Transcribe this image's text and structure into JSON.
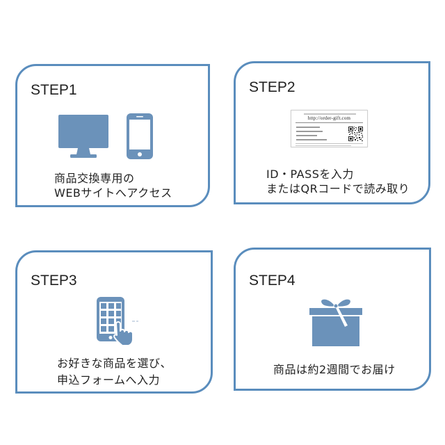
{
  "colors": {
    "background": "#ffffff",
    "border": "#5a8dbd",
    "icon": "#6b92ba",
    "text": "#222222"
  },
  "steps": [
    {
      "label": "STEP1",
      "lines": [
        "商品交換専用の",
        "WEBサイトへアクセス"
      ],
      "icons": [
        "monitor-icon",
        "smartphone-icon"
      ]
    },
    {
      "label": "STEP2",
      "lines": [
        "ID・PASSを入力",
        "またはQRコードで読み取り"
      ],
      "icons": [
        "gift-card-image",
        "qr-code-icon"
      ],
      "gift_card": {
        "url": "http://order-gift.com"
      }
    },
    {
      "label": "STEP3",
      "lines": [
        "お好きな商品を選び、",
        "申込フォームへ入力"
      ],
      "icons": [
        "tablet-tap-icon"
      ]
    },
    {
      "label": "STEP4",
      "lines": [
        "商品は約2週間でお届け"
      ],
      "icons": [
        "gift-box-icon"
      ]
    }
  ]
}
